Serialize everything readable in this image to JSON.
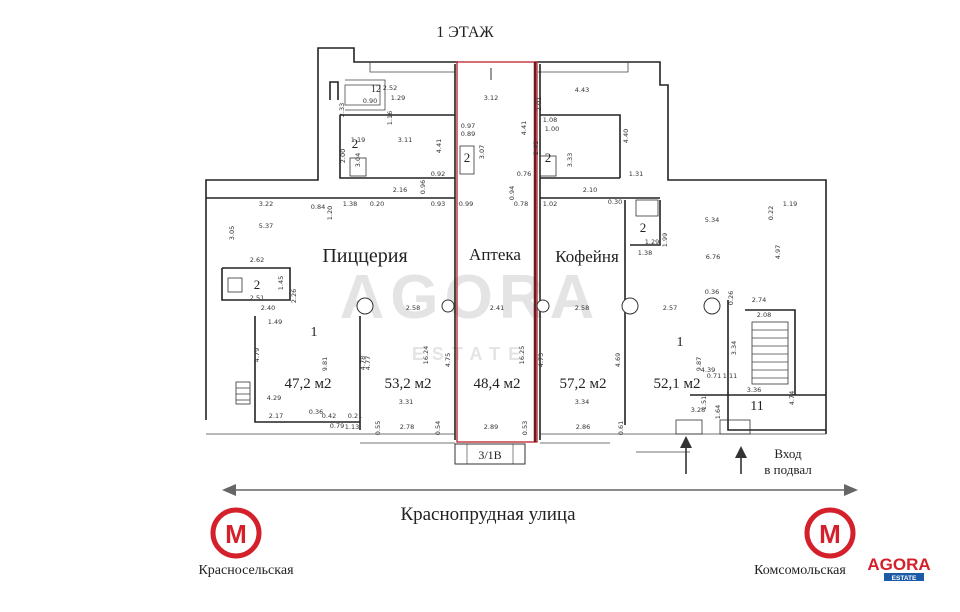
{
  "floor_title": "1 ЭТАЖ",
  "units": [
    {
      "name": "Пиццерия",
      "area": "47,2 м2",
      "area2": "53,2 м2"
    },
    {
      "name": "Аптека",
      "area": "48,4 м2"
    },
    {
      "name": "Кофейня",
      "area": "57,2 м2",
      "area2": "52,1 м2"
    }
  ],
  "room_numbers": [
    "1",
    "1",
    "2",
    "2",
    "2",
    "2",
    "2",
    "12",
    "11"
  ],
  "unit_code": "3/1В",
  "basement_entrance": [
    "Вход",
    "в подвал"
  ],
  "street": "Краснопрудная улица",
  "metro": [
    {
      "name": "Красносельская",
      "symbol": "М"
    },
    {
      "name": "Комсомольская",
      "symbol": "М"
    }
  ],
  "brand": {
    "name": "AGORA",
    "sub": "ESTATE",
    "watermark": "AGORA",
    "watermark_sub": "ESTATE"
  },
  "dimensions": [
    "2.52",
    "3.12",
    "4.43",
    "0.97",
    "0.89",
    "1.08",
    "1.00",
    "3.11",
    "4.41",
    "3.07",
    "4.41",
    "3.33",
    "4.40",
    "1.19",
    "2.16",
    "0.96",
    "0.92",
    "2.10",
    "1.31",
    "3.22",
    "0.84",
    "1.20",
    "1.38",
    "0.20",
    "0.93",
    "0.99",
    "0.78",
    "1.02",
    "0.30",
    "5.34",
    "0.22",
    "1.19",
    "5.37",
    "6.76",
    "4.97",
    "2.62",
    "2.51",
    "1.45",
    "2.26",
    "1.38",
    "1.29",
    "1.99",
    "0.94",
    "0.76",
    "2.40",
    "2.58",
    "2.41",
    "2.58",
    "2.57",
    "0.36",
    "0.26",
    "2.74",
    "2.08",
    "1.49",
    "9.81",
    "4.78",
    "4.77",
    "4.75",
    "4.73",
    "4.69",
    "9.87",
    "3.34",
    "4.39",
    "1.11",
    "0.71",
    "3.36",
    "4.74",
    "4.29",
    "3.31",
    "3.34",
    "3.28",
    "2.17",
    "0.36",
    "0.42",
    "0.21",
    "1.13",
    "2.78",
    "2.89",
    "2.86",
    "1.51",
    "1.64",
    "0.79",
    "0.55",
    "0.54",
    "0.53",
    "0.61",
    "16.24",
    "16.25",
    "4.79",
    "3.05",
    "2.33",
    "2.00",
    "3.04",
    "2.01",
    "2.41",
    "1.29",
    "0.90",
    "1.16"
  ]
}
